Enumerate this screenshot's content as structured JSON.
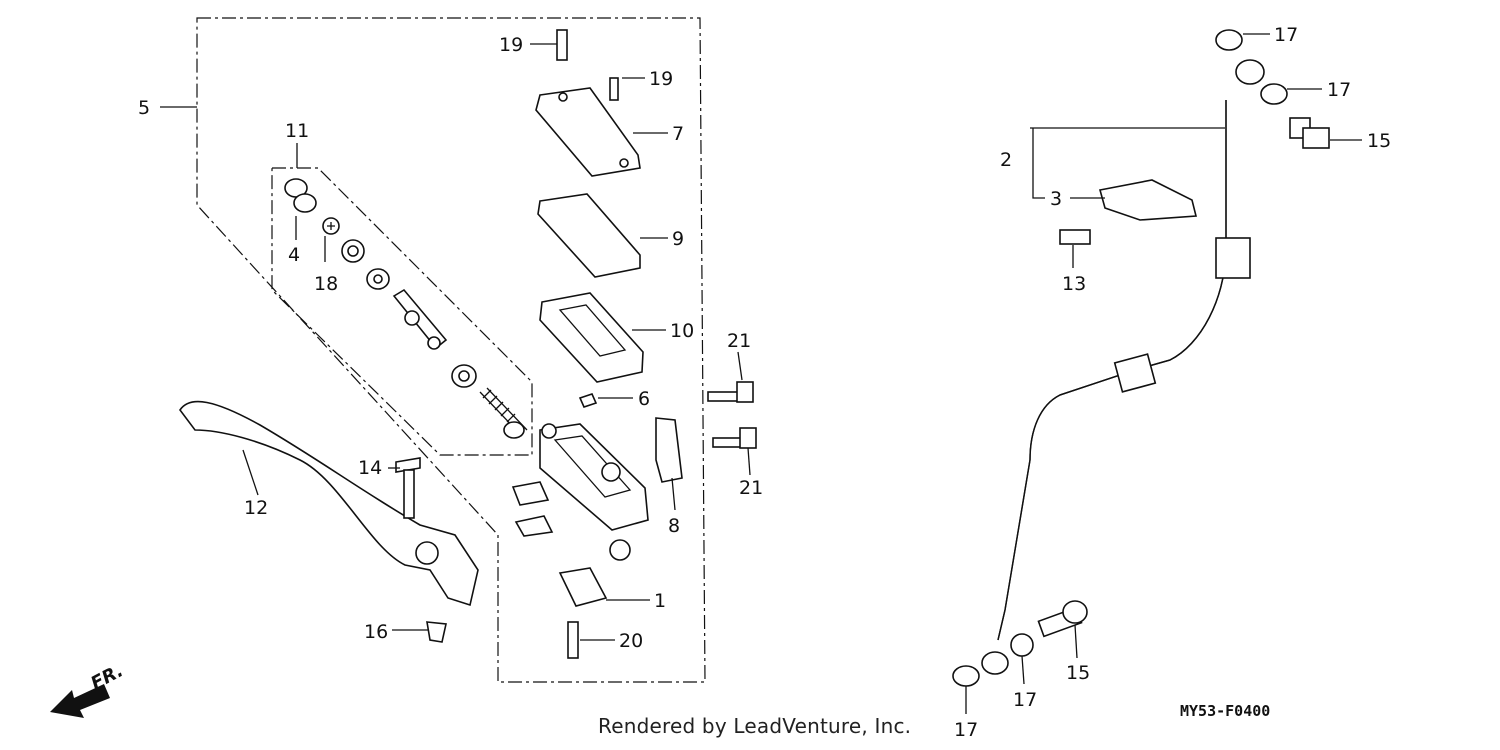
{
  "diagram": {
    "callouts": [
      {
        "id": "c1",
        "label": "1"
      },
      {
        "id": "c2",
        "label": "2"
      },
      {
        "id": "c3",
        "label": "3"
      },
      {
        "id": "c4",
        "label": "4"
      },
      {
        "id": "c5",
        "label": "5"
      },
      {
        "id": "c6",
        "label": "6"
      },
      {
        "id": "c7",
        "label": "7"
      },
      {
        "id": "c8",
        "label": "8"
      },
      {
        "id": "c9",
        "label": "9"
      },
      {
        "id": "c10",
        "label": "10"
      },
      {
        "id": "c11",
        "label": "11"
      },
      {
        "id": "c12",
        "label": "12"
      },
      {
        "id": "c13",
        "label": "13"
      },
      {
        "id": "c14",
        "label": "14"
      },
      {
        "id": "c15a",
        "label": "15"
      },
      {
        "id": "c15b",
        "label": "15"
      },
      {
        "id": "c16",
        "label": "16"
      },
      {
        "id": "c17a",
        "label": "17"
      },
      {
        "id": "c17b",
        "label": "17"
      },
      {
        "id": "c17c",
        "label": "17"
      },
      {
        "id": "c17d",
        "label": "17"
      },
      {
        "id": "c18",
        "label": "18"
      },
      {
        "id": "c19a",
        "label": "19"
      },
      {
        "id": "c19b",
        "label": "19"
      },
      {
        "id": "c20",
        "label": "20"
      },
      {
        "id": "c21a",
        "label": "21"
      },
      {
        "id": "c21b",
        "label": "21"
      }
    ],
    "front_marker": "FR.",
    "diagram_code": "MY53-F0400",
    "credit": "Rendered by LeadVenture, Inc."
  }
}
